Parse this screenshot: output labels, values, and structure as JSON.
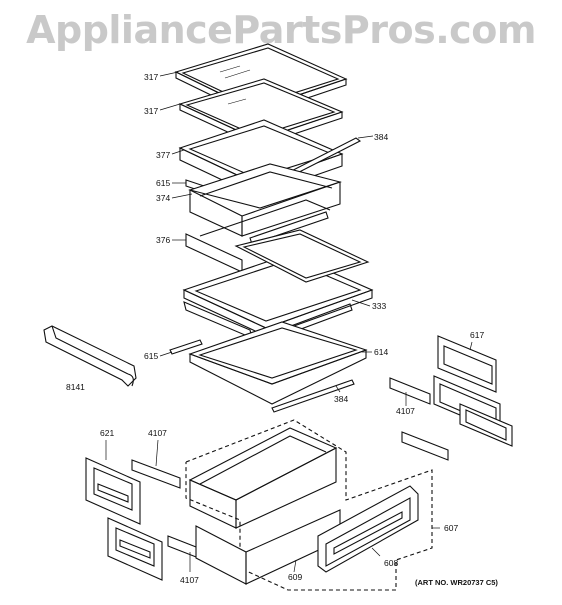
{
  "watermark": "AppliancePartsPros.com",
  "art_number": "(ART NO. WR20737 C5)",
  "callouts": {
    "c317a": "317",
    "c317b": "317",
    "c384a": "384",
    "c377": "377",
    "c615a": "615",
    "c374": "374",
    "c376": "376",
    "c333": "333",
    "c615b": "615",
    "c614": "614",
    "c8141": "8141",
    "c384b": "384",
    "c617": "617",
    "c4107a": "4107",
    "c621": "621",
    "c4107b": "4107",
    "c607": "607",
    "c608": "608",
    "c609": "609",
    "c4107c": "4107"
  }
}
